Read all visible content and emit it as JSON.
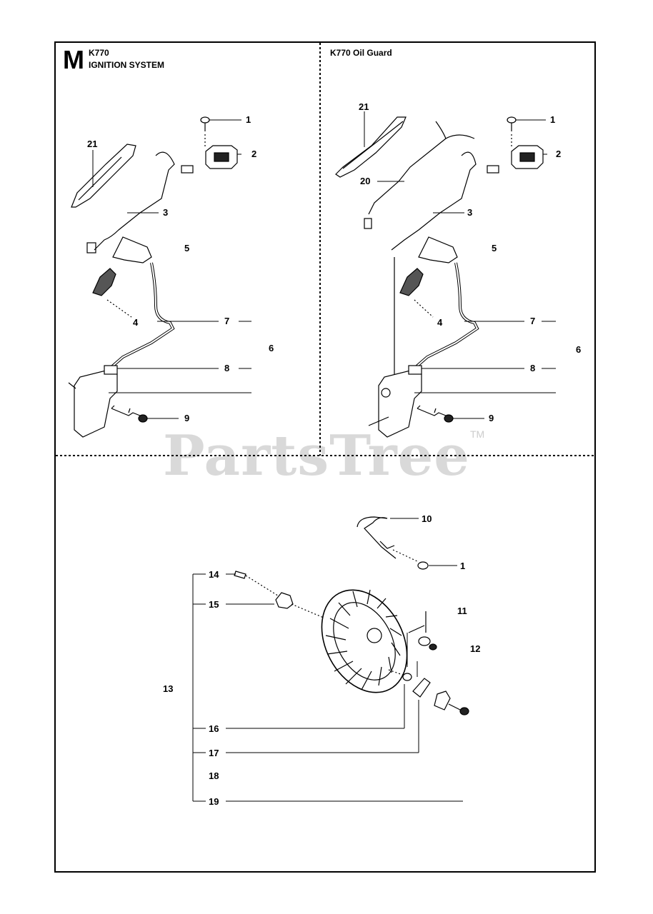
{
  "header": {
    "section_letter": "M",
    "left_model": "K770",
    "left_title": "IGNITION SYSTEM",
    "right_title": "K770 Oil Guard"
  },
  "watermark": {
    "text": "PartsTree",
    "tm": "TM"
  },
  "diagram": {
    "left_callouts": [
      "1",
      "2",
      "21",
      "3",
      "5",
      "4",
      "7",
      "6",
      "8",
      "9"
    ],
    "right_callouts": [
      "1",
      "2",
      "21",
      "20",
      "3",
      "5",
      "4",
      "7",
      "6",
      "8",
      "9"
    ],
    "bottom_callouts": [
      "10",
      "1",
      "14",
      "15",
      "11",
      "12",
      "13",
      "16",
      "17",
      "18",
      "19"
    ]
  },
  "colors": {
    "line": "#000000",
    "watermark": "#d9d9d9",
    "background": "#ffffff"
  }
}
